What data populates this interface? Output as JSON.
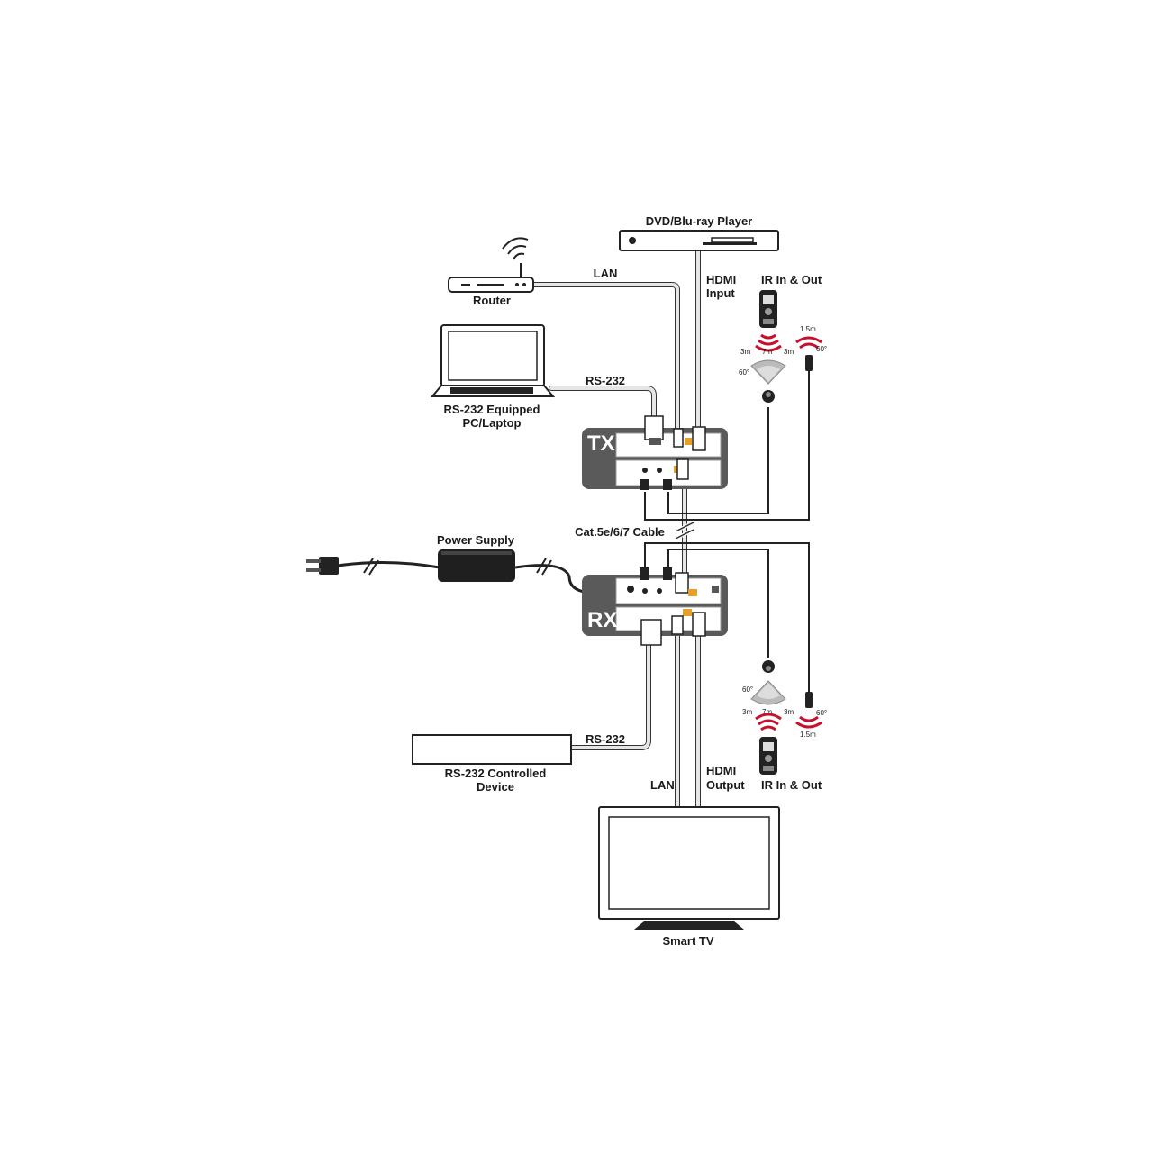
{
  "labels": {
    "dvd_player": "DVD/Blu-ray Player",
    "router": "Router",
    "lan_top": "LAN",
    "hdmi_input_1": "HDMI",
    "hdmi_input_2": "Input",
    "ir_top": "IR In & Out",
    "rs232_top": "RS-232",
    "pc_1": "RS-232 Equipped",
    "pc_2": "PC/Laptop",
    "tx": "TX",
    "cat_cable": "Cat.5e/6/7 Cable",
    "power_supply": "Power Supply",
    "rx": "RX",
    "rs232_bottom": "RS-232",
    "rs232_device_1": "RS-232 Controlled",
    "rs232_device_2": "Device",
    "lan_bottom": "LAN",
    "hdmi_output_1": "HDMI",
    "hdmi_output_2": "Output",
    "ir_bottom": "IR In & Out",
    "smart_tv": "Smart TV"
  },
  "ir_specs": {
    "range_side": "3m",
    "range_center": "7m",
    "angle": "60°",
    "emitter_range": "1.5m",
    "emitter_angle": "60°"
  }
}
